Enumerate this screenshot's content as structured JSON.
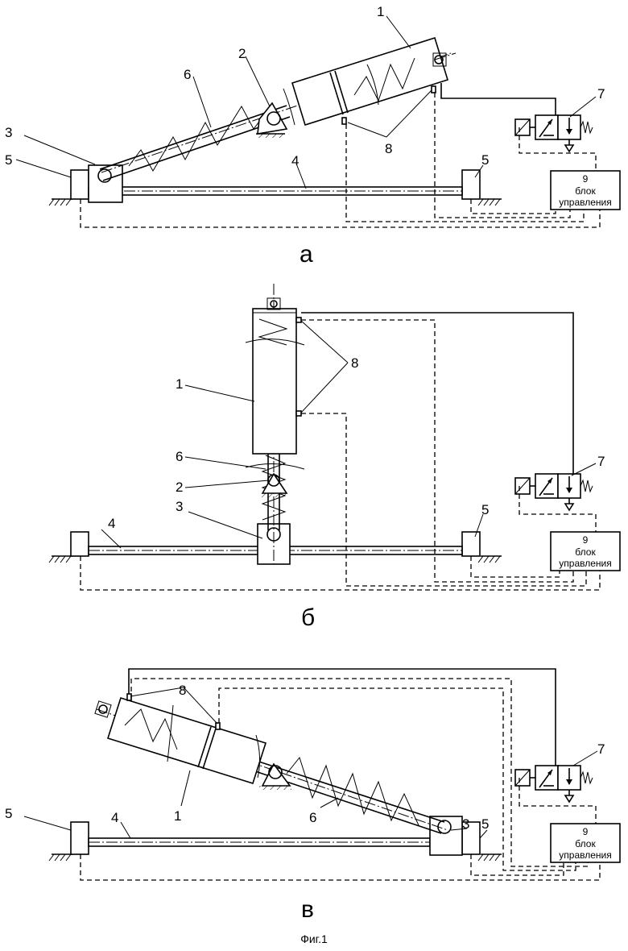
{
  "labels": {
    "n1": "1",
    "n2": "2",
    "n3": "3",
    "n4": "4",
    "n5": "5",
    "n6": "6",
    "n7": "7",
    "n8": "8",
    "n9": "9"
  },
  "control_unit": {
    "line1": "блок",
    "line2": "управления"
  },
  "subfigures": {
    "a": "а",
    "b": "б",
    "v": "в"
  },
  "caption": "Фиг.1"
}
